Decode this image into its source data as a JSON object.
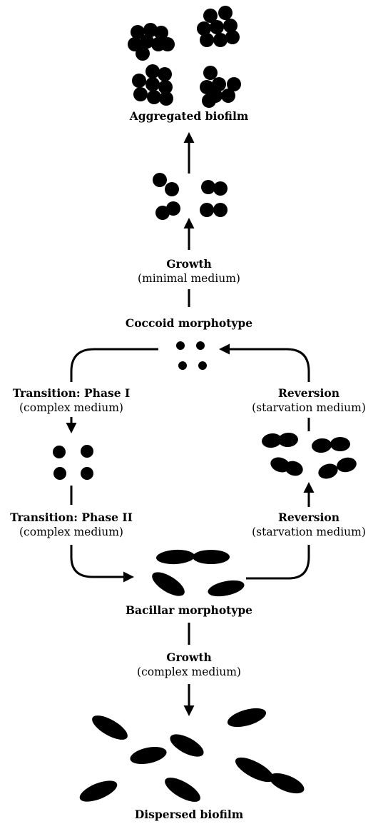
{
  "colors": {
    "ink": "#000000",
    "background": "#ffffff"
  },
  "labels": {
    "aggregated_biofilm": "Aggregated biofilm",
    "growth_top": "Growth",
    "growth_top_medium": "(minimal medium)",
    "coccoid_morphotype": "Coccoid morphotype",
    "transition_phase1": "Transition: Phase I",
    "transition_phase1_medium": "(complex medium)",
    "reversion_upper": "Reversion",
    "reversion_upper_medium": "(starvation medium)",
    "transition_phase2": "Transition: Phase II",
    "transition_phase2_medium": "(complex medium)",
    "reversion_lower": "Reversion",
    "reversion_lower_medium": "(starvation medium)",
    "bacillar_morphotype": "Bacillar morphotype",
    "growth_bottom": "Growth",
    "growth_bottom_medium": "(complex medium)",
    "dispersed_biofilm": "Dispersed biofilm"
  }
}
